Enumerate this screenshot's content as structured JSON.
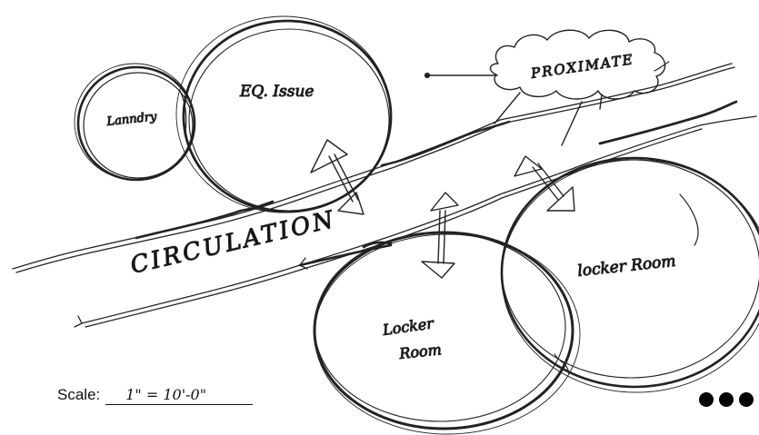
{
  "diagram": {
    "nodes": {
      "laundry": "Lanndry",
      "eq_issue": "EQ. Issue",
      "locker_room_left": [
        "Locker",
        "Room"
      ],
      "locker_room_right": "locker Room"
    },
    "annotations": {
      "cloud": "PROXIMATE",
      "circulation": "CIRCULATION"
    }
  },
  "scale": {
    "label": "Scale:",
    "value": "1\" = 10'-0\""
  },
  "more_icon": "more-horizontal-icon"
}
